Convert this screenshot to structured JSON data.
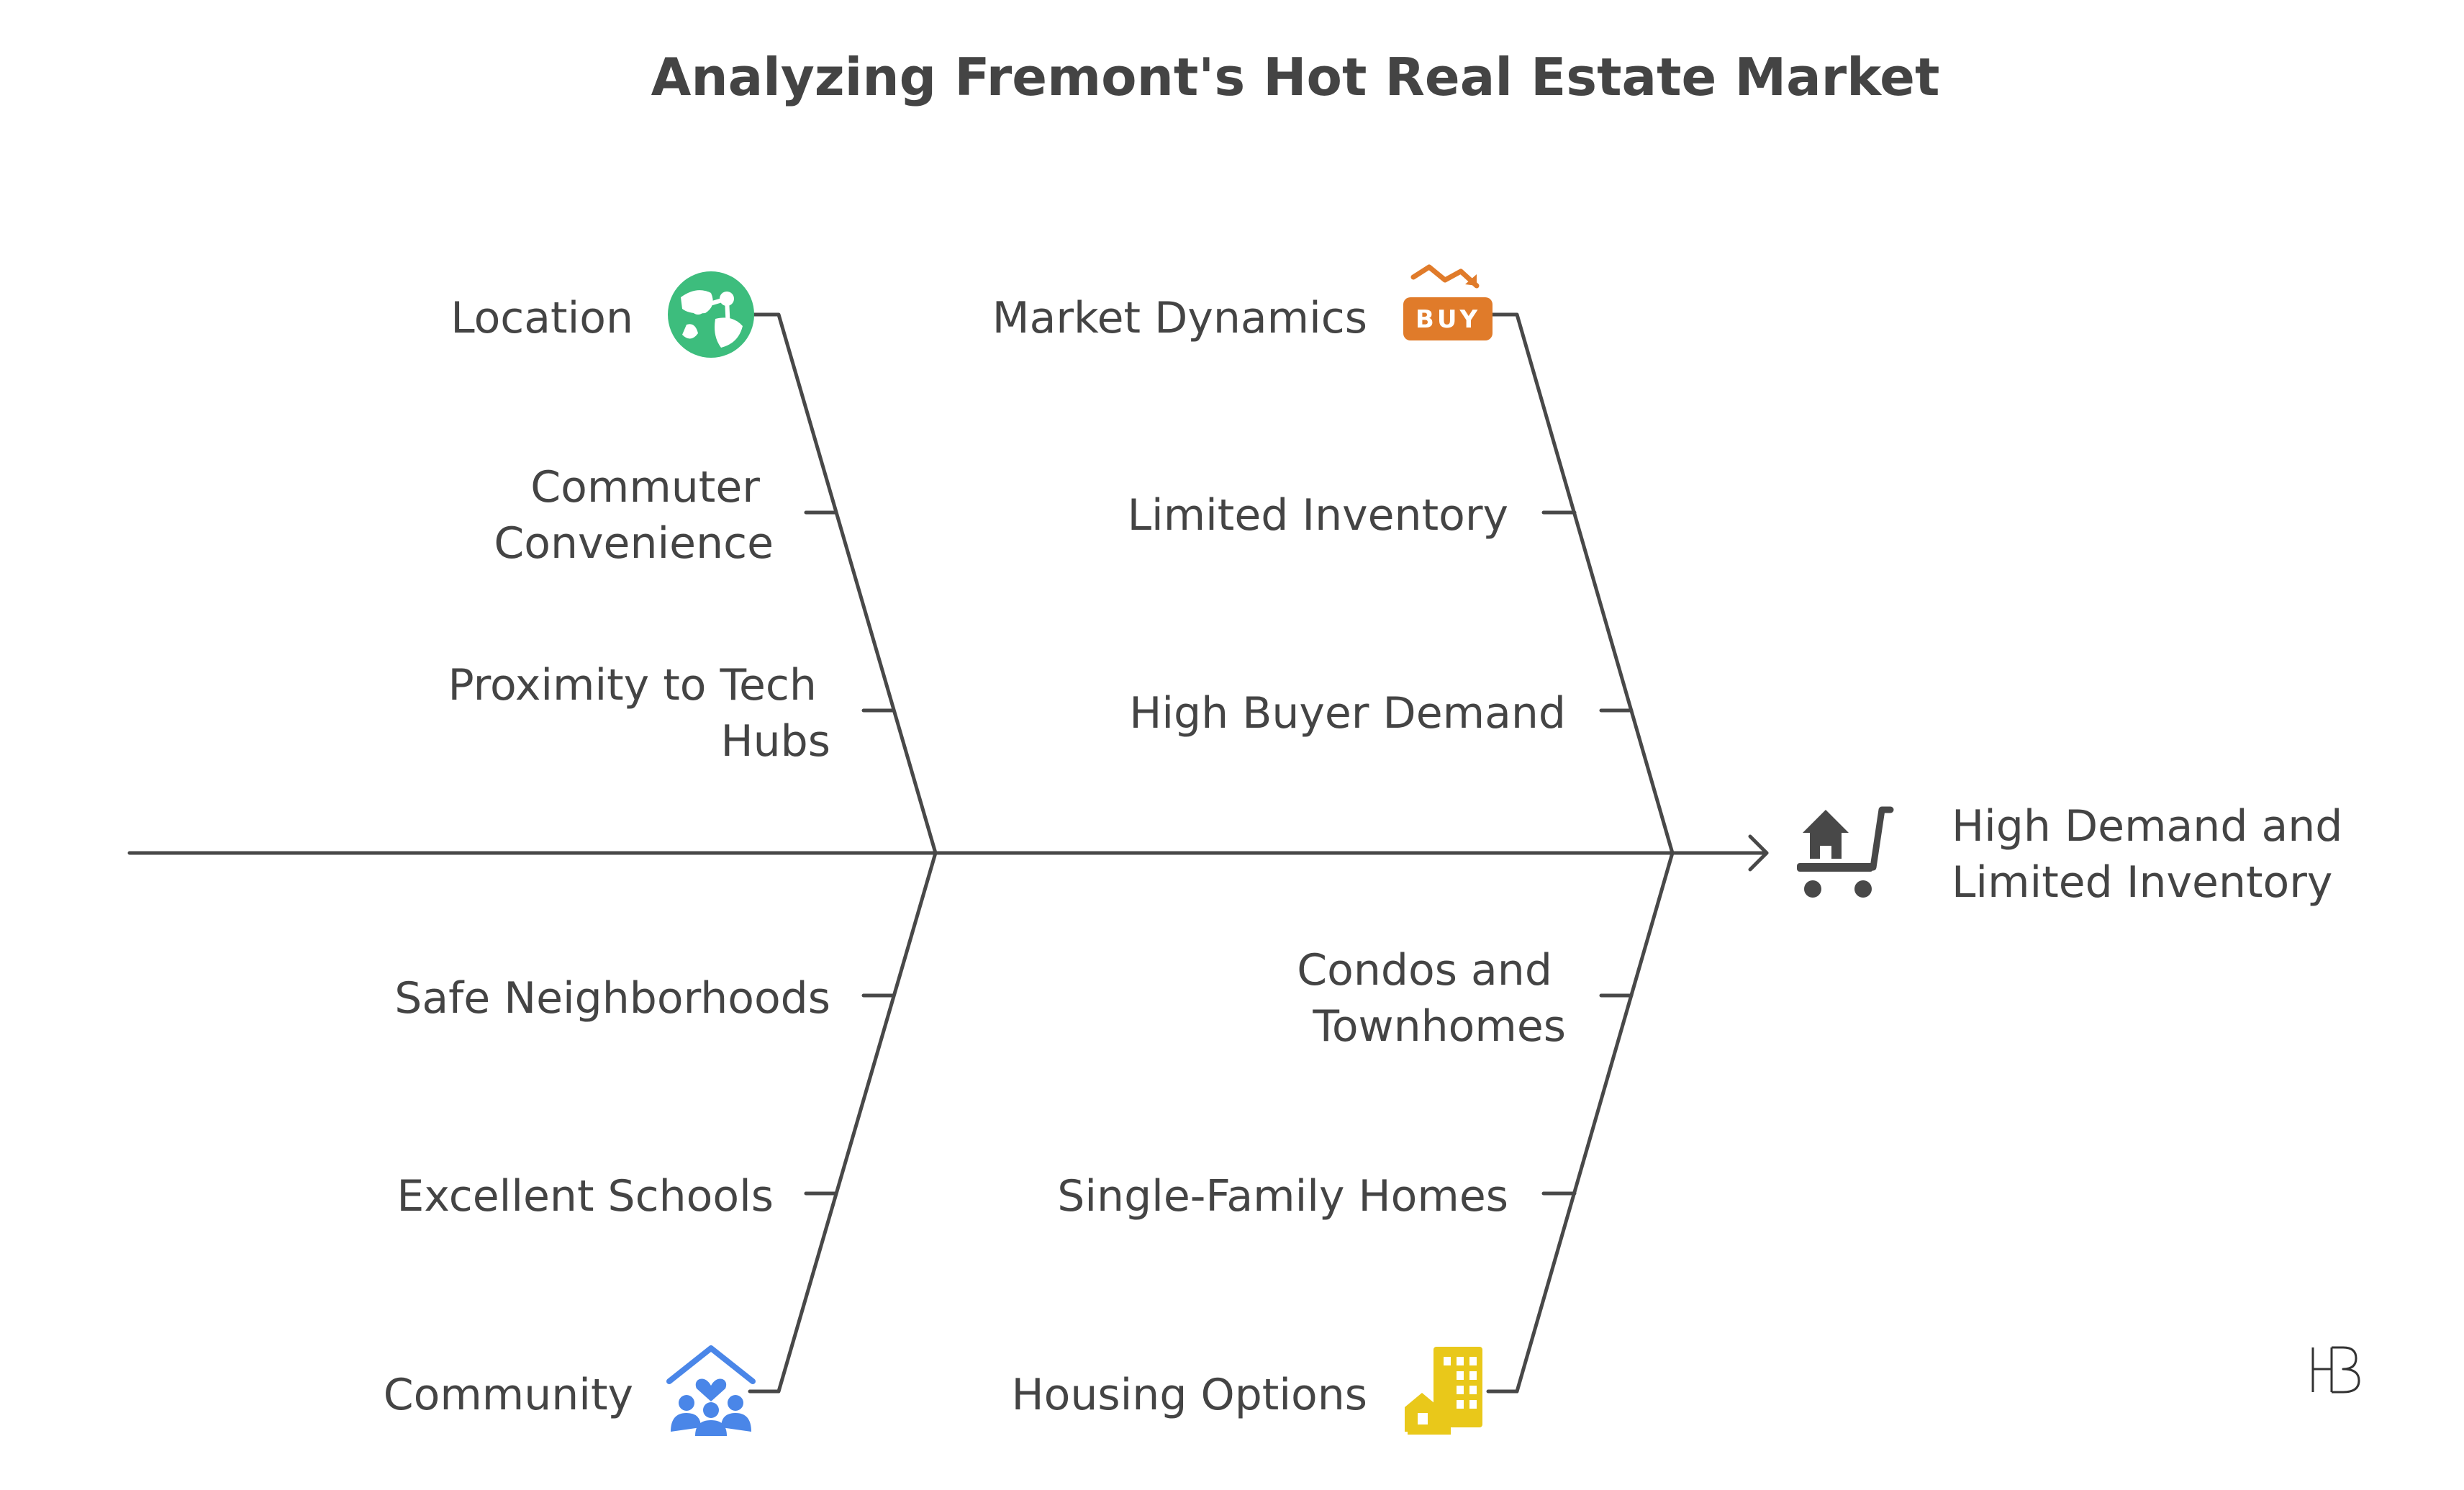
{
  "title": "Analyzing Fremont's Hot Real Estate Market",
  "effect": {
    "lines": [
      "High Demand and",
      "Limited Inventory"
    ],
    "icon": "shopping-cart-house-icon"
  },
  "categories": [
    {
      "label": "Location",
      "icon": "globe-network-icon",
      "icon_color": "#3dbd7d",
      "causes": [
        [
          "Commuter",
          "Convenience"
        ],
        [
          "Proximity to Tech",
          "Hubs"
        ]
      ]
    },
    {
      "label": "Market Dynamics",
      "icon": "buy-price-drop-icon",
      "icon_color": "#e07b2a",
      "icon_text": "BUY",
      "causes": [
        [
          "Limited Inventory"
        ],
        [
          "High Buyer Demand"
        ]
      ]
    },
    {
      "label": "Community",
      "icon": "community-house-icon",
      "icon_color": "#4a86e8",
      "causes": [
        [
          "Safe Neighborhoods"
        ],
        [
          "Excellent Schools"
        ]
      ]
    },
    {
      "label": "Housing Options",
      "icon": "buildings-icon",
      "icon_color": "#e9c81a",
      "causes": [
        [
          "Condos and",
          "Townhomes"
        ],
        [
          "Single-Family Homes"
        ]
      ]
    }
  ],
  "watermark": "HB",
  "colors": {
    "line": "#484848",
    "text": "#444444"
  }
}
